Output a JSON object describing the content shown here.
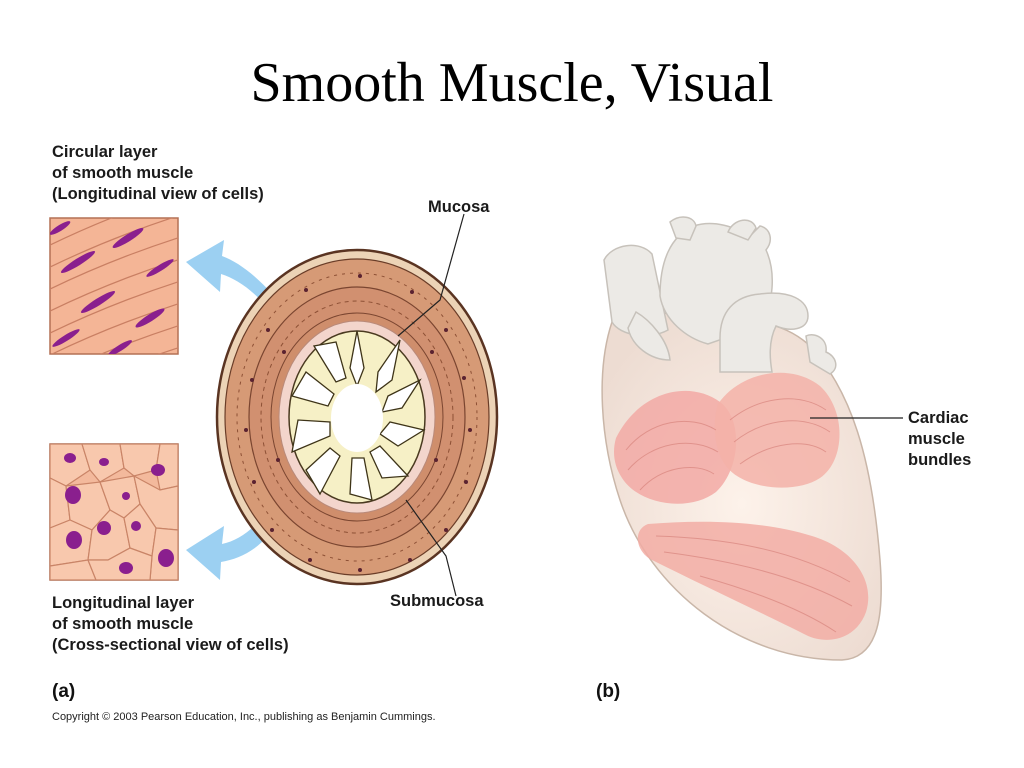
{
  "slide": {
    "title": "Smooth Muscle, Visual"
  },
  "panel_a": {
    "tag": "(a)",
    "circular_layer": [
      "Circular layer",
      "of smooth muscle",
      "(Longitudinal view of cells)"
    ],
    "longitudinal_layer": [
      "Longitudinal layer",
      "of smooth muscle",
      "(Cross-sectional view of cells)"
    ],
    "mucosa_label": "Mucosa",
    "submucosa_label": "Submucosa"
  },
  "panel_b": {
    "tag": "(b)",
    "cardiac_label": [
      "Cardiac",
      "muscle",
      "bundles"
    ]
  },
  "footer": {
    "copyright": "Copyright © 2003 Pearson Education, Inc., publishing as Benjamin Cummings."
  },
  "colors": {
    "muscle_tissue": "#c98a6a",
    "cell_fill": "#f6b99a",
    "nucleus": "#8a1f8e",
    "arrow": "#8fcaf0",
    "heart_vessel": "#e9e6e2",
    "cardiac_bundle": "#f0a8a4"
  }
}
